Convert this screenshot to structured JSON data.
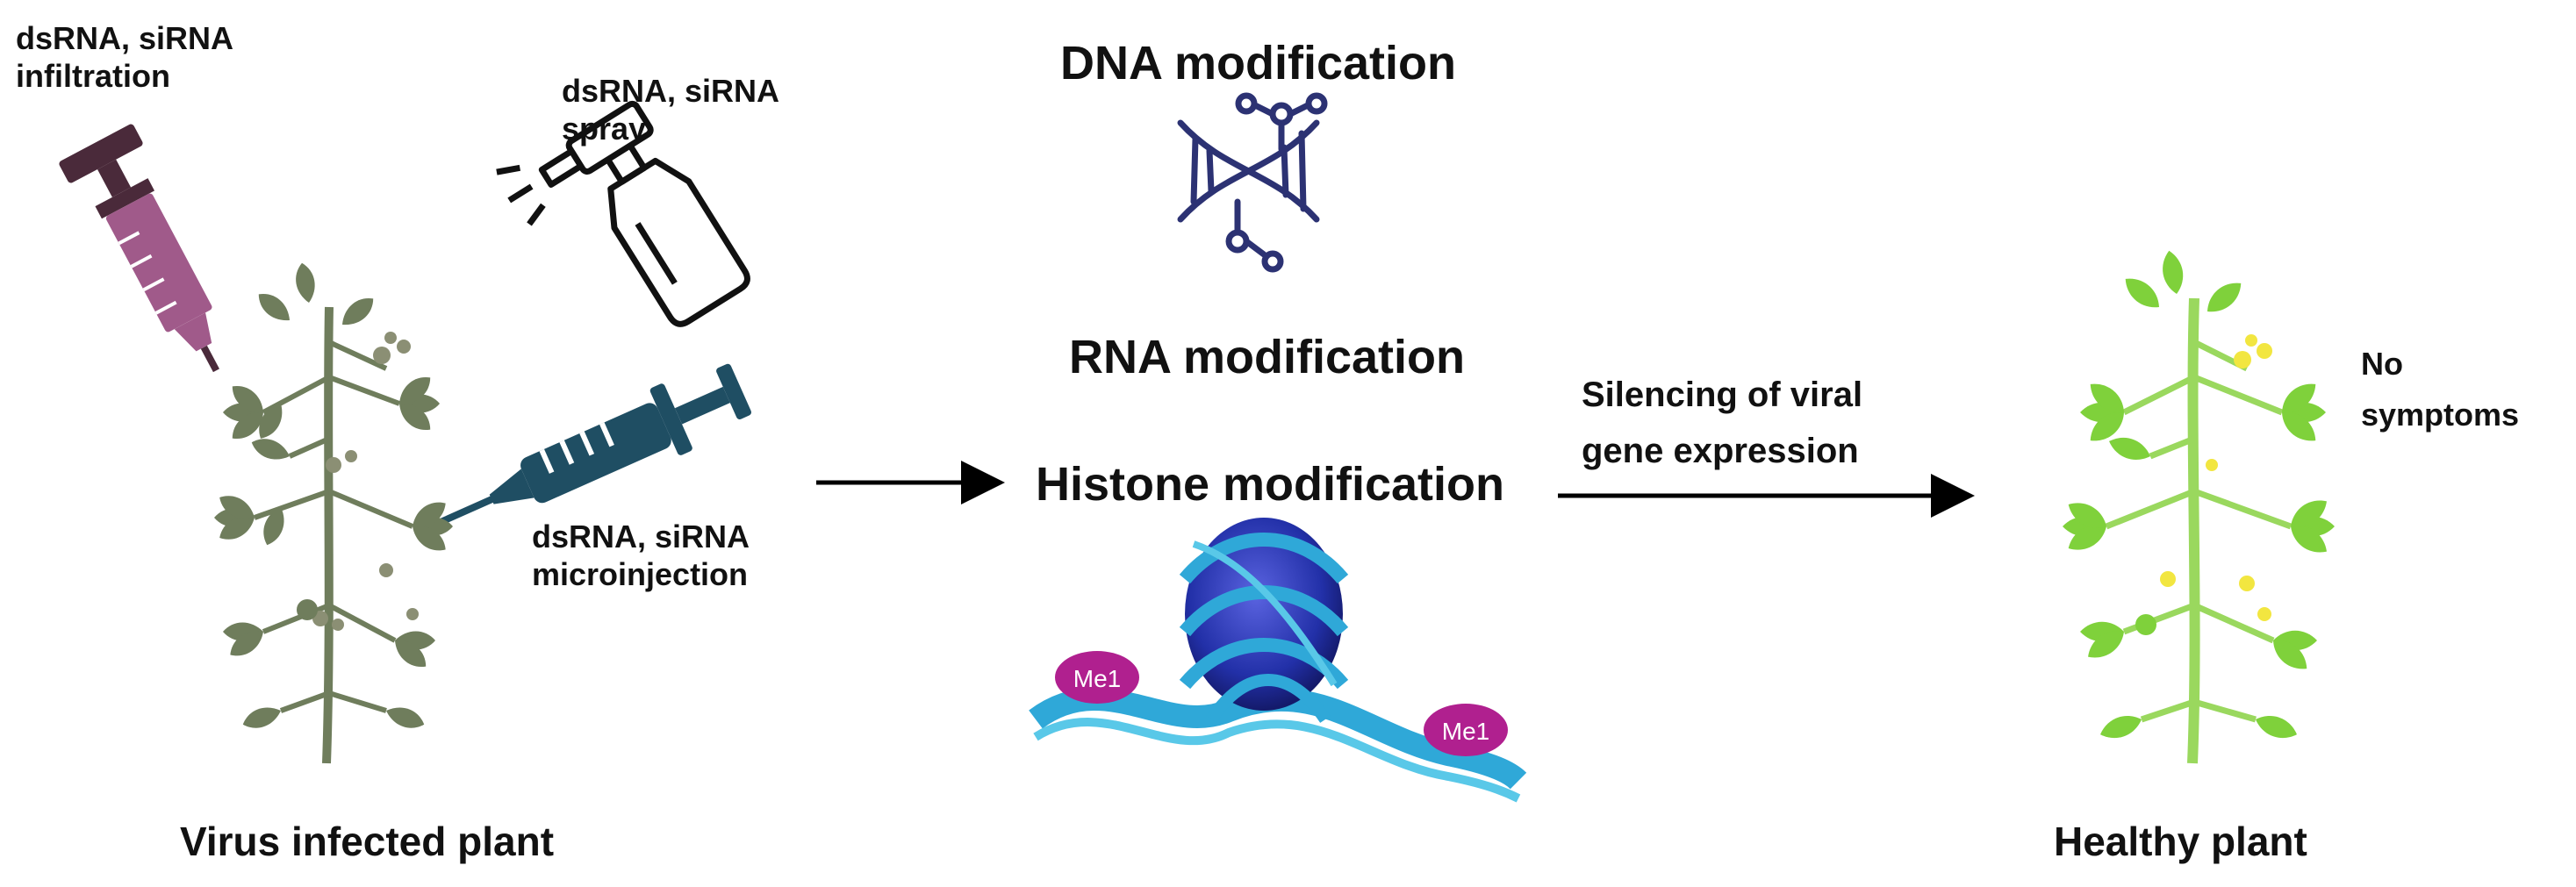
{
  "delivery": {
    "infiltration": {
      "line1": "dsRNA, siRNA",
      "line2": "infiltration"
    },
    "spray": {
      "line1": "dsRNA, siRNA",
      "line2": "spray"
    },
    "microinjection": {
      "line1": "dsRNA, siRNA",
      "line2": "microinjection"
    }
  },
  "modifications": {
    "dna": "DNA modification",
    "rna": "RNA modification",
    "histone": "Histone modification",
    "methyl_label": "Me1"
  },
  "outcome": {
    "silencing_line1": "Silencing of viral",
    "silencing_line2": "gene expression",
    "no_symptoms_line1": "No",
    "no_symptoms_line2": "symptoms"
  },
  "plants": {
    "infected": "Virus infected plant",
    "healthy": "Healthy plant"
  },
  "colors": {
    "infected_leaf": "#6f7d5c",
    "healthy_leaf": "#7fd13b",
    "syringe_purple": "#a05a8a",
    "syringe_dark": "#4a2a3a",
    "microinjector": "#1f4e63",
    "dna_icon": "#2c3273",
    "nucleosome": "#2a3fb0",
    "dna_strand": "#2fa8d8",
    "methyl": "#b0208f"
  }
}
